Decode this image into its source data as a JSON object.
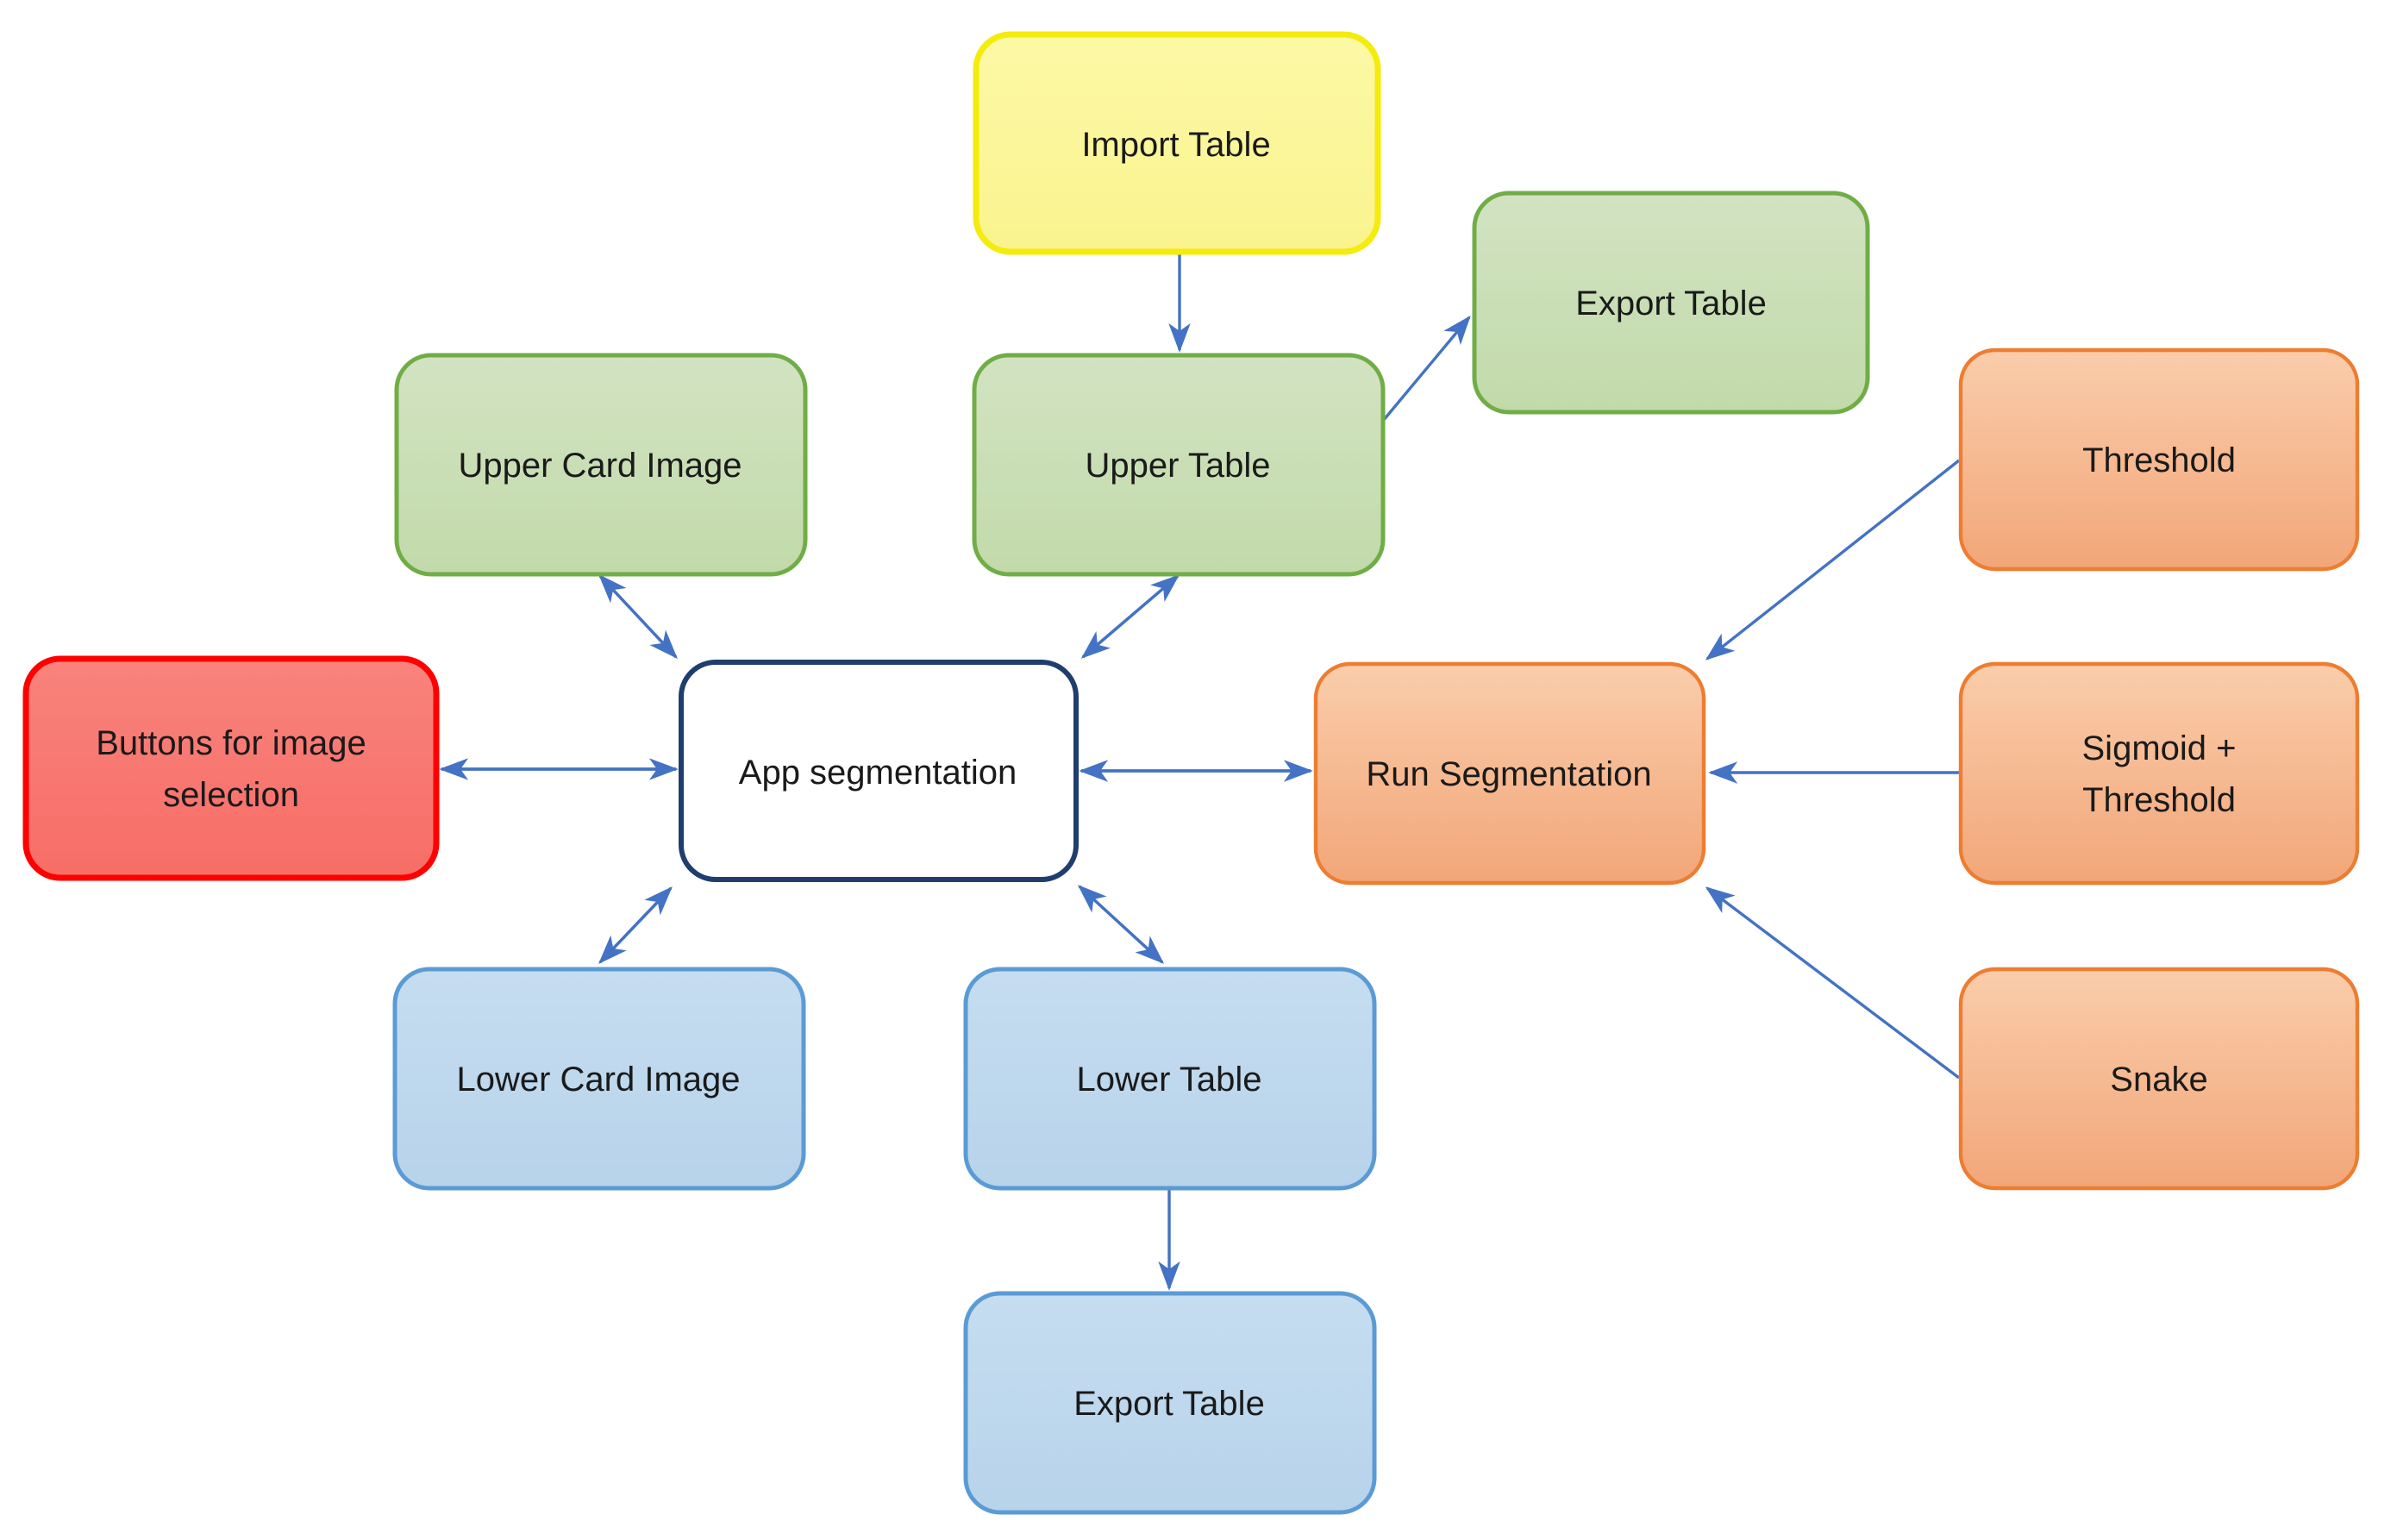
{
  "diagram": {
    "type": "flowchart",
    "nodes": {
      "import_table": {
        "label": "Import Table",
        "color_scheme": "yellow"
      },
      "export_table_top": {
        "label": "Export Table",
        "color_scheme": "green"
      },
      "upper_card_image": {
        "label": "Upper Card Image",
        "color_scheme": "green"
      },
      "upper_table": {
        "label": "Upper Table",
        "color_scheme": "green"
      },
      "threshold": {
        "label": "Threshold",
        "color_scheme": "orange"
      },
      "buttons_for_image_selection": {
        "label": "Buttons for image selection",
        "label_line1": "Buttons for image",
        "label_line2": "selection",
        "color_scheme": "red"
      },
      "app_segmentation": {
        "label": "App segmentation",
        "color_scheme": "white"
      },
      "run_segmentation": {
        "label": "Run Segmentation",
        "color_scheme": "orange"
      },
      "sigmoid_threshold": {
        "label": "Sigmoid + Threshold",
        "label_line1": "Sigmoid +",
        "label_line2": "Threshold",
        "color_scheme": "orange"
      },
      "lower_card_image": {
        "label": "Lower Card Image",
        "color_scheme": "blue"
      },
      "lower_table": {
        "label": "Lower Table",
        "color_scheme": "blue"
      },
      "snake": {
        "label": "Snake",
        "color_scheme": "orange"
      },
      "export_table_bottom": {
        "label": "Export Table",
        "color_scheme": "blue"
      }
    },
    "edges": [
      {
        "from": "import_table",
        "to": "upper_table",
        "type": "one_way"
      },
      {
        "from": "upper_table",
        "to": "export_table_top",
        "type": "one_way"
      },
      {
        "from": "upper_card_image",
        "to": "app_segmentation",
        "type": "two_way"
      },
      {
        "from": "upper_table",
        "to": "app_segmentation",
        "type": "two_way"
      },
      {
        "from": "buttons_for_image_selection",
        "to": "app_segmentation",
        "type": "two_way"
      },
      {
        "from": "app_segmentation",
        "to": "run_segmentation",
        "type": "two_way"
      },
      {
        "from": "threshold",
        "to": "run_segmentation",
        "type": "one_way"
      },
      {
        "from": "sigmoid_threshold",
        "to": "run_segmentation",
        "type": "one_way"
      },
      {
        "from": "snake",
        "to": "run_segmentation",
        "type": "one_way"
      },
      {
        "from": "app_segmentation",
        "to": "lower_card_image",
        "type": "two_way"
      },
      {
        "from": "app_segmentation",
        "to": "lower_table",
        "type": "two_way"
      },
      {
        "from": "lower_table",
        "to": "export_table_bottom",
        "type": "one_way"
      }
    ],
    "colors": {
      "arrow_blue": "#4472C4",
      "text_color": "#1A1A1A",
      "background": "#FFFFFF",
      "yellow_fill_top": "#FCF9A6",
      "yellow_fill_bottom": "#FAF38E",
      "yellow_border": "#F5EB0C",
      "green_fill_top": "#D2E3C2",
      "green_fill_bottom": "#C2DAAA",
      "green_border": "#70AD47",
      "blue_fill_top": "#C6DDF0",
      "blue_fill_bottom": "#B7D3EA",
      "blue_border": "#5B9BD5",
      "orange_fill_top": "#FACDAB",
      "orange_fill_bottom": "#F2A678",
      "orange_border": "#ED7D31",
      "red_fill_top": "#F9837D",
      "red_fill_bottom": "#F76D66",
      "red_border": "#FF0000",
      "white_fill": "#FFFFFF",
      "navy_border": "#1F3E6E"
    }
  }
}
